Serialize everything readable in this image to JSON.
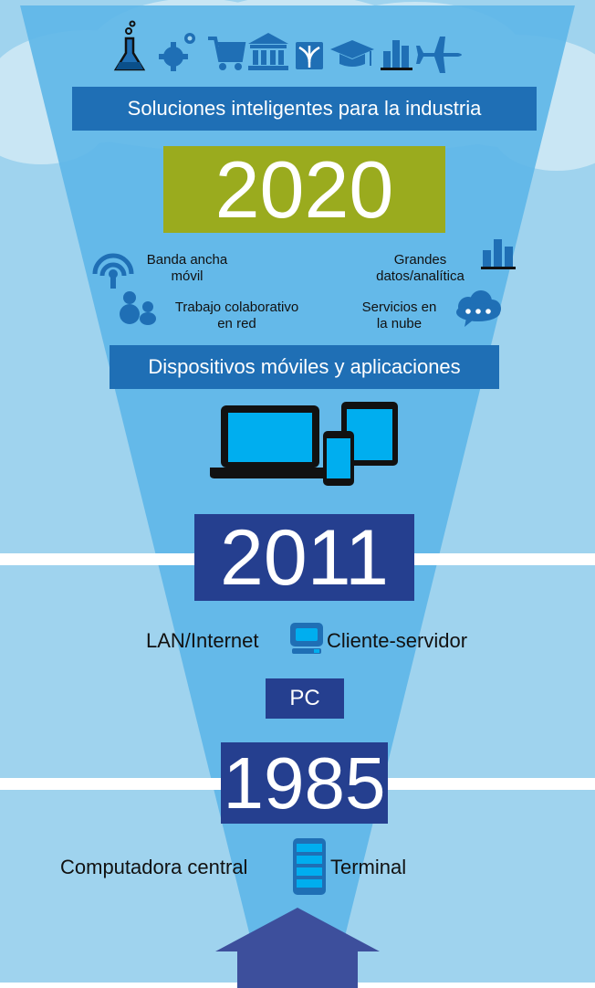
{
  "header": {
    "title": "Soluciones inteligentes para la industria"
  },
  "top_icons": [
    "flask-icon",
    "gears-icon",
    "shopping-cart-icon",
    "bank-icon",
    "medical-caduceus-icon",
    "graduation-cap-icon",
    "bar-chart-icon",
    "airplane-icon"
  ],
  "era_2020": {
    "year": "2020",
    "features": [
      {
        "line1": "Banda ancha",
        "line2": "móvil",
        "icon": "wireless-signal-icon"
      },
      {
        "line1": "Grandes",
        "line2": "datos/analítica",
        "icon": "bar-chart-icon"
      },
      {
        "line1": "Trabajo colaborativo",
        "line2": "en red",
        "icon": "people-icon"
      },
      {
        "line1": "Servicios en",
        "line2": "la nube",
        "icon": "cloud-chat-icon"
      }
    ],
    "banner": "Dispositivos móviles y aplicaciones"
  },
  "era_2011": {
    "year": "2011",
    "left_label": "LAN/Internet",
    "right_label": "Cliente-servidor",
    "center_icon": "desktop-computer-icon",
    "banner": "PC"
  },
  "era_1985": {
    "year": "1985",
    "left_label": "Computadora central",
    "right_label": "Terminal",
    "center_icon": "server-tower-icon"
  },
  "colors": {
    "sky": "#9fd3ee",
    "sky_light": "#c9e6f4",
    "funnel": "#5db6e8",
    "banner_blue": "#1f6fb5",
    "year_2020": "#9aab1e",
    "year_dark": "#253f8f",
    "arrow": "#3d4f9c",
    "device_screen": "#00aeef"
  }
}
